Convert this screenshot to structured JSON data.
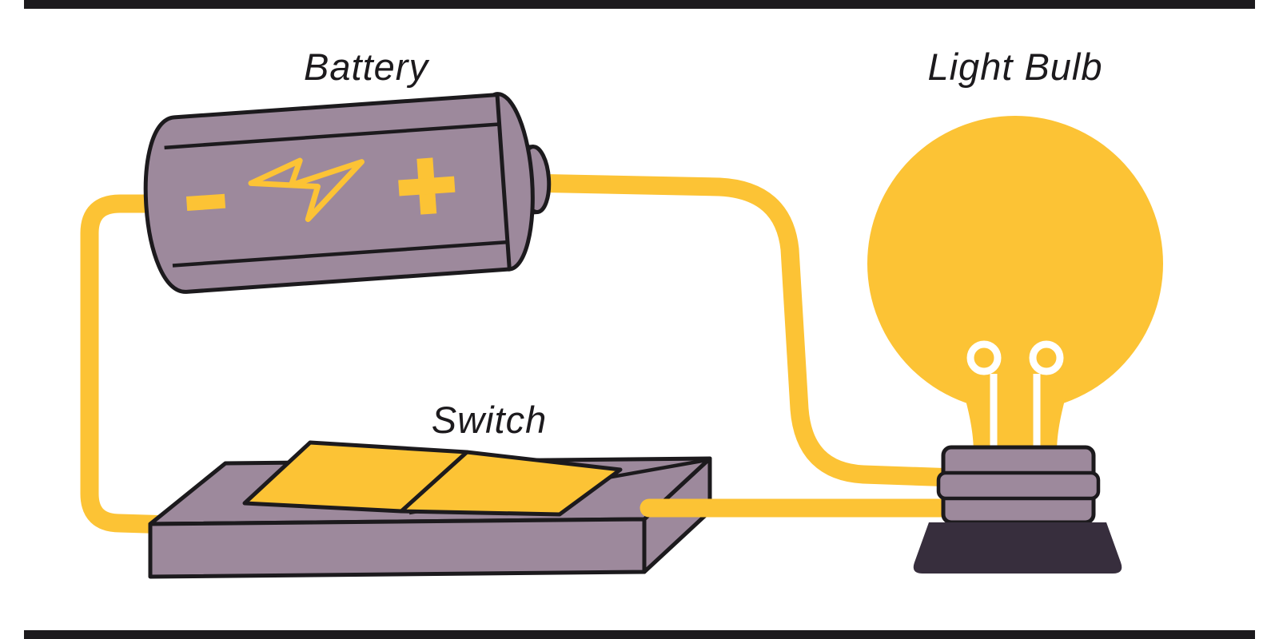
{
  "diagram": {
    "kind": "simple-electric-circuit-illustration",
    "labels": {
      "battery": "Battery",
      "light_bulb": "Light Bulb",
      "switch": "Switch"
    },
    "colors": {
      "accent_yellow": "#FCC335",
      "component_purple": "#9D899C",
      "outline_black": "#1c1a1d",
      "bulb_base_dark": "#372E3D",
      "filament_white": "#FFFFFF",
      "background": "#FFFFFF"
    },
    "battery_icons": [
      "minus-terminal-icon",
      "lightning-bolt-icon",
      "plus-terminal-icon"
    ],
    "wires": [
      "wire-battery-negative-to-switch",
      "wire-battery-positive-to-bulb",
      "wire-switch-to-bulb"
    ],
    "decor": [
      "top-border-bar",
      "bottom-border-bar"
    ]
  }
}
